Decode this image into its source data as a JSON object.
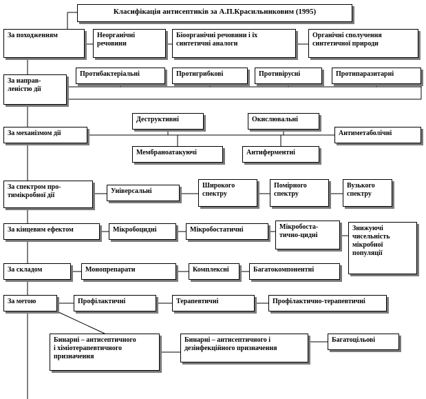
{
  "title": "Класифікація антисептиків за А.П.Красильниковим (1995)",
  "rows": [
    {
      "category": "За походженням",
      "items": [
        "Неорганічні\nречовини",
        "Біоорганічні речовини і їх\nсинтетичні аналоги",
        "Органічні сполучення\nсинтетичної природи"
      ]
    },
    {
      "category": "За направ-\nленістю дії",
      "items": [
        "Протибактеріальні",
        "Протигрибкові",
        "Противірусні",
        "Протипаразитарні"
      ]
    },
    {
      "category": "За механізмом дії",
      "items": [
        "Деструктивні",
        "Окислювальні",
        "Антиметаболічні",
        "Мембраноатакуючі",
        "Антиферментні"
      ]
    },
    {
      "category": "За спектром про-\nтимікробної дії",
      "items": [
        "Універсальні",
        "Широкого\nспектру",
        "Помірного\nспектру",
        "Вузького\nспектру"
      ]
    },
    {
      "category": "За кінцевим ефектом",
      "items": [
        "Мікробоцидні",
        "Мікробостатичні",
        "Мікробоста-\nтично-цидні",
        "Знижуючі\nчисельність\nмікробної\nпопуляції"
      ]
    },
    {
      "category": "За складом",
      "items": [
        "Монопрепарати",
        "Комплексні",
        "Багатокомпонентні"
      ]
    },
    {
      "category": "За метою",
      "items": [
        "Профілактичні",
        "Терапевтичні",
        "Профілактично-терапевтичні",
        "Бинарні – антисептичного\nі хіміотерапевтичного\nпризначення",
        "Бинарні – антисептичного і\nдезінфекційного призначення",
        "Багатоцільові"
      ]
    }
  ]
}
